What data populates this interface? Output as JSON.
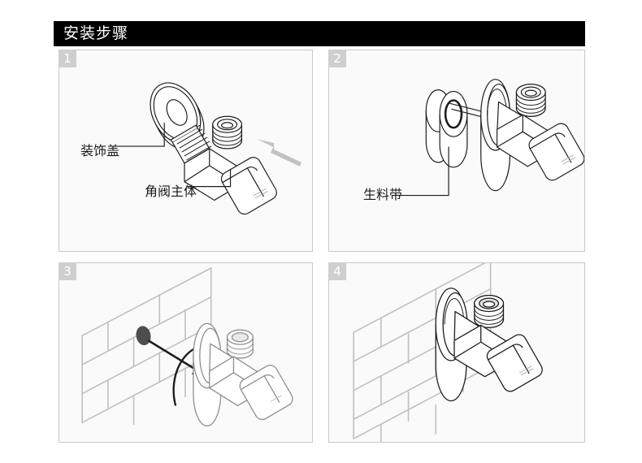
{
  "header": {
    "title": "安装步骤",
    "bar_color": "#000000",
    "text_color": "#ffffff"
  },
  "theme": {
    "page_background": "#ffffff",
    "panel_background": "#fafafa",
    "panel_border": "#c9c9c9",
    "badge_background": "#cfcfcf",
    "badge_text": "#ffffff",
    "line_color": "#222222",
    "wall_color": "#b9b9b9",
    "arrow_gray": "#bdbdbd",
    "hole_color": "#4a4a4a"
  },
  "panels": [
    {
      "number": "1",
      "name": "step-1-exploded-view",
      "labels": [
        {
          "id": "cover",
          "text": "装饰盖"
        },
        {
          "id": "body",
          "text": "角阀主体"
        }
      ],
      "icons": [
        "decorative-cover-icon",
        "angle-valve-body-icon",
        "assembly-arrow-icon"
      ]
    },
    {
      "number": "2",
      "name": "step-2-thread-seal-tape",
      "labels": [
        {
          "id": "tape",
          "text": "生料带"
        }
      ],
      "icons": [
        "ptfe-tape-roll-icon",
        "angle-valve-body-icon"
      ]
    },
    {
      "number": "3",
      "name": "step-3-mount-into-wall",
      "labels": [],
      "icons": [
        "brick-wall-icon",
        "wall-hole-icon",
        "insert-arrow-icon",
        "rotate-arrow-icon",
        "angle-valve-body-icon"
      ]
    },
    {
      "number": "4",
      "name": "step-4-installed",
      "labels": [],
      "icons": [
        "brick-wall-icon",
        "angle-valve-body-icon"
      ]
    }
  ]
}
